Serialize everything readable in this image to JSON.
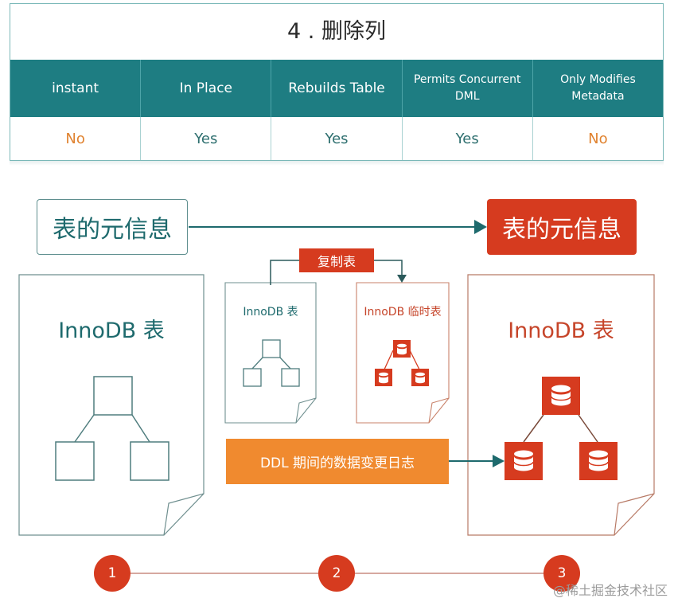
{
  "table": {
    "title": "4 . 删除列",
    "headers": [
      "instant",
      "In Place",
      "Rebuilds Table",
      "Permits Concurrent DML",
      "Only Modifies Metadata"
    ],
    "values": [
      "No",
      "Yes",
      "Yes",
      "Yes",
      "No"
    ]
  },
  "diagram": {
    "meta_left": "表的元信息",
    "meta_right": "表的元信息",
    "copy_label": "复制表",
    "doc_left_title": "InnoDB 表",
    "doc_mid_a_title": "InnoDB 表",
    "doc_mid_b_title": "InnoDB 临时表",
    "doc_right_title": "InnoDB 表",
    "ddl_log": "DDL 期间的数据变更日志",
    "steps": [
      "1",
      "2",
      "3"
    ]
  },
  "watermark": "@稀土掘金技术社区",
  "colors": {
    "teal": "#1e7d82",
    "red": "#d63b1f",
    "orange": "#f08a2f",
    "yes_text": "#2e6f6f",
    "no_text": "#e0822f"
  },
  "icons": [
    "database-icon",
    "folded-corner-document"
  ]
}
